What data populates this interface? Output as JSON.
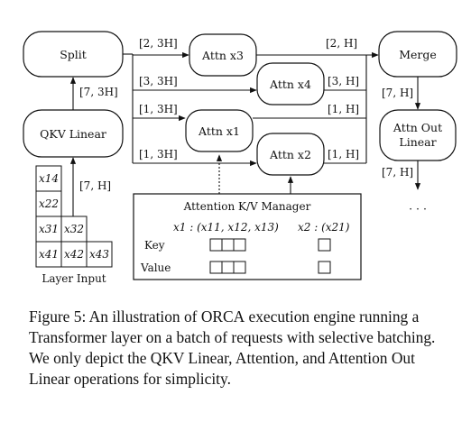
{
  "nodes": {
    "split": "Split",
    "qkv_linear": "QKV Linear",
    "attn_x3": "Attn x3",
    "attn_x4": "Attn x4",
    "attn_x1": "Attn x1",
    "attn_x2": "Attn x2",
    "merge": "Merge",
    "attn_out_linear_line1": "Attn Out",
    "attn_out_linear_line2": "Linear",
    "ellipsis": "· · ·"
  },
  "edge_labels": {
    "split_to_x3": "[2, 3H]",
    "x3_to_merge": "[2, H]",
    "split_to_x4": "[3, 3H]",
    "x4_out": "[3, H]",
    "split_to_x1": "[1, 3H]",
    "x1_out": "[1, H]",
    "split_to_x2": "[1, 3H]",
    "x2_out": "[1, H]",
    "qkv_to_split": "[7, 3H]",
    "input_to_qkv": "[7, H]",
    "merge_to_outlinear": "[7, H]",
    "outlinear_out": "[7, H]"
  },
  "layer_input": {
    "label": "Layer Input",
    "cells": [
      "x14",
      "x22",
      "x31",
      "x32",
      "x41",
      "x42",
      "x43"
    ]
  },
  "kv_manager": {
    "title": "Attention K/V Manager",
    "x1_header": "x1 : (x11, x12, x13)",
    "x2_header": "x2 : (x21)",
    "key_label": "Key",
    "value_label": "Value"
  },
  "caption": {
    "prefix": "Figure 5: An illustration of ",
    "orca": "ORCA",
    "suffix": " execution engine running a Transformer layer on a batch of requests with selective batching. We only depict the QKV Linear, Attention, and Attention Out Linear operations for simplicity."
  }
}
